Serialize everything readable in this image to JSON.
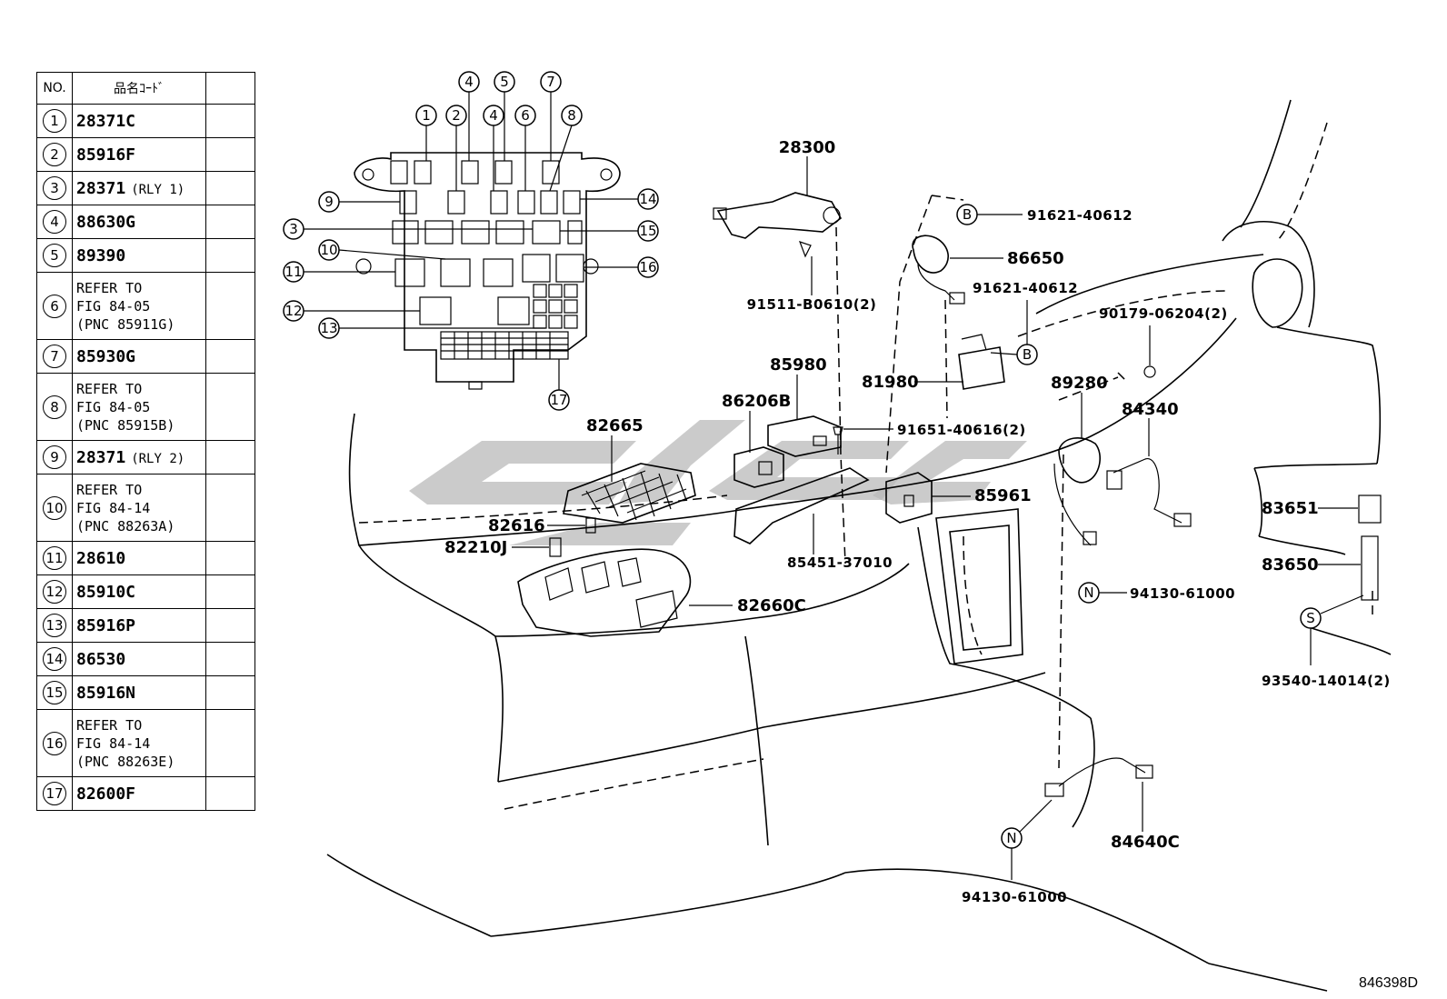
{
  "legend": {
    "headers": {
      "no": "NO.",
      "name": "品名ｺｰﾄﾞ",
      "extra": ""
    },
    "rows": [
      {
        "no": "1",
        "code": "28371C",
        "note": ""
      },
      {
        "no": "2",
        "code": "85916F",
        "note": ""
      },
      {
        "no": "3",
        "code": "28371",
        "note": "(RLY 1)"
      },
      {
        "no": "4",
        "code": "88630G",
        "note": ""
      },
      {
        "no": "5",
        "code": "89390",
        "note": ""
      },
      {
        "no": "6",
        "code": "REFER TO\nFIG 84-05\n(PNC 85911G)",
        "note": ""
      },
      {
        "no": "7",
        "code": "85930G",
        "note": ""
      },
      {
        "no": "8",
        "code": "REFER TO\nFIG 84-05\n(PNC 85915B)",
        "note": ""
      },
      {
        "no": "9",
        "code": "28371",
        "note": "(RLY 2)"
      },
      {
        "no": "10",
        "code": "REFER TO\nFIG 84-14\n(PNC 88263A)",
        "note": ""
      },
      {
        "no": "11",
        "code": "28610",
        "note": ""
      },
      {
        "no": "12",
        "code": "85910C",
        "note": ""
      },
      {
        "no": "13",
        "code": "85916P",
        "note": ""
      },
      {
        "no": "14",
        "code": "86530",
        "note": ""
      },
      {
        "no": "15",
        "code": "85916N",
        "note": ""
      },
      {
        "no": "16",
        "code": "REFER TO\nFIG 84-14\n(PNC 88263E)",
        "note": ""
      },
      {
        "no": "17",
        "code": "82600F",
        "note": ""
      }
    ]
  },
  "callouts": {
    "top": [
      "4",
      "5",
      "7",
      "1",
      "2",
      "4",
      "6",
      "8"
    ],
    "left": [
      "9",
      "3",
      "10",
      "11",
      "12",
      "13"
    ],
    "right": [
      "14",
      "15",
      "16"
    ],
    "bottom": "17"
  },
  "parts": {
    "p28300": "28300",
    "p91511": "91511-B0610(2)",
    "p91621a": "91621-40612",
    "p86650": "86650",
    "p91621b": "91621-40612",
    "p90179": "90179-06204(2)",
    "p85980": "85980",
    "p81980": "81980",
    "p86206": "86206B",
    "p91651": "91651-40616(2)",
    "p89280": "89280",
    "p84340": "84340",
    "p82665": "82665",
    "p85961": "85961",
    "p82616": "82616",
    "p82210": "82210J",
    "p85451": "85451-37010",
    "p83651": "83651",
    "p83650": "83650",
    "p94130a": "94130-61000",
    "p82660": "82660C",
    "p93540": "93540-14014(2)",
    "p84640": "84640C",
    "p94130b": "94130-61000"
  },
  "refs": {
    "b1": "B",
    "b2": "B",
    "n1": "N",
    "n2": "N",
    "s1": "S"
  },
  "drawing_id": "846398D"
}
